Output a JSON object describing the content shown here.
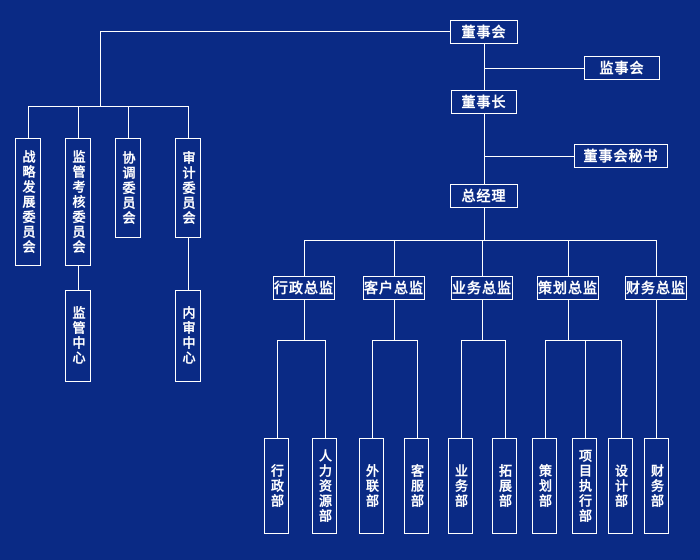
{
  "diagram": {
    "type": "org-chart",
    "background_color": "#0a2a85",
    "line_color": "#ffffff",
    "box_border_color": "#ffffff",
    "text_color": "#ffffff"
  },
  "nodes": {
    "board": "董事会",
    "supervisory_board": "监事会",
    "chairman": "董事长",
    "board_secretary": "董事会秘书",
    "general_manager": "总经理",
    "strategy_committee": "战略发展委员会",
    "supervision_committee": "监管考核委员会",
    "coordination_committee": "协调委员会",
    "audit_committee": "审计委员会",
    "supervision_center": "监管中心",
    "internal_audit_center": "内审中心",
    "admin_director": "行政总监",
    "customer_director": "客户总监",
    "business_director": "业务总监",
    "planning_director": "策划总监",
    "finance_director": "财务总监",
    "admin_dept": "行政部",
    "hr_dept": "人力资源部",
    "external_dept": "外联部",
    "service_dept": "客服部",
    "business_dept": "业务部",
    "expansion_dept": "拓展部",
    "planning_dept": "策划部",
    "project_exec_dept": "项目执行部",
    "design_dept": "设计部",
    "finance_dept": "财务部"
  },
  "edges": [
    [
      "board",
      "supervisory_board"
    ],
    [
      "board",
      "chairman"
    ],
    [
      "board",
      "strategy_committee"
    ],
    [
      "board",
      "supervision_committee"
    ],
    [
      "board",
      "coordination_committee"
    ],
    [
      "board",
      "audit_committee"
    ],
    [
      "supervision_committee",
      "supervision_center"
    ],
    [
      "audit_committee",
      "internal_audit_center"
    ],
    [
      "chairman",
      "board_secretary"
    ],
    [
      "chairman",
      "general_manager"
    ],
    [
      "general_manager",
      "admin_director"
    ],
    [
      "general_manager",
      "customer_director"
    ],
    [
      "general_manager",
      "business_director"
    ],
    [
      "general_manager",
      "planning_director"
    ],
    [
      "general_manager",
      "finance_director"
    ],
    [
      "admin_director",
      "admin_dept"
    ],
    [
      "admin_director",
      "hr_dept"
    ],
    [
      "customer_director",
      "external_dept"
    ],
    [
      "customer_director",
      "service_dept"
    ],
    [
      "business_director",
      "business_dept"
    ],
    [
      "business_director",
      "expansion_dept"
    ],
    [
      "planning_director",
      "planning_dept"
    ],
    [
      "planning_director",
      "project_exec_dept"
    ],
    [
      "planning_director",
      "design_dept"
    ],
    [
      "finance_director",
      "finance_dept"
    ]
  ]
}
